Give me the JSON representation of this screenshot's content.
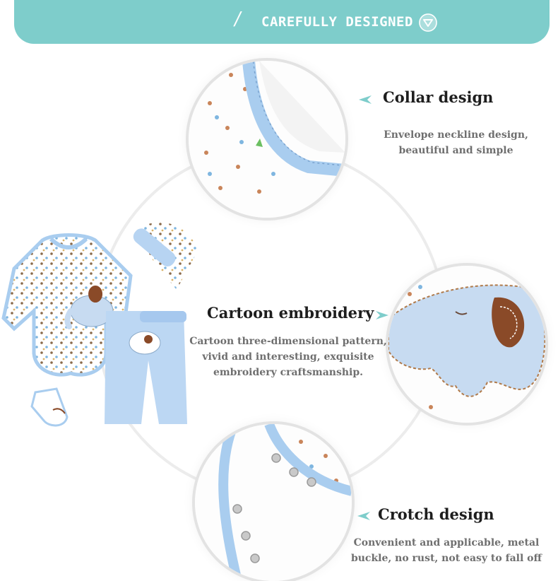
{
  "banner": {
    "title": "CAREFULLY DESIGNED",
    "accent": "#7ecdcb"
  },
  "features": [
    {
      "title": "Collar design",
      "lines": [
        "Envelope neckline design,",
        "beautiful and simple"
      ]
    },
    {
      "title": "Cartoon embroidery",
      "lines": [
        "Cartoon three-dimensional pattern,",
        "vivid and interesting, exquisite",
        "embroidery craftsmanship."
      ]
    },
    {
      "title": "Crotch design",
      "lines": [
        "Convenient and applicable, metal",
        "buckle, no rust, not easy to fall off"
      ]
    }
  ],
  "colors": {
    "accent": "#7ecdcb",
    "trim": "#a9cdef",
    "dots": "#8a6a4a"
  },
  "icons": [
    "chevron-down-icon",
    "pointer-triangle-icon"
  ]
}
